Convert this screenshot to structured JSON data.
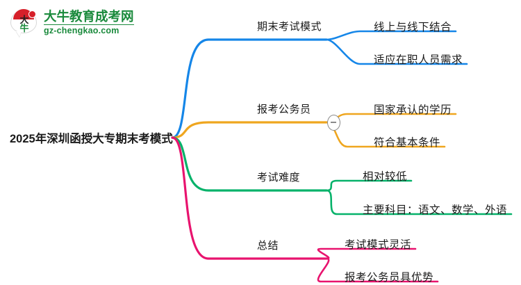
{
  "logo": {
    "mark_char_1": "大",
    "mark_char_2": "牛",
    "title": "大牛教育成考网",
    "subtitle": "gz-chengkao.com",
    "brand_green": "#1a8a3c",
    "brand_red": "#d6202a"
  },
  "mindmap": {
    "root": {
      "label": "2025年深圳函授大专期末考模式"
    },
    "branches": [
      {
        "label": "期末考试模式",
        "color": "#1586e8",
        "collapsed_toggle": false,
        "children": [
          {
            "label": "线上与线下结合"
          },
          {
            "label": "适应在职人员需求"
          }
        ]
      },
      {
        "label": "报考公务员",
        "color": "#efa61f",
        "collapsed_toggle": true,
        "toggle_icon": "minus-circle-icon",
        "children": [
          {
            "label": "国家承认的学历"
          },
          {
            "label": "符合基本条件"
          }
        ]
      },
      {
        "label": "考试难度",
        "color": "#06b26a",
        "collapsed_toggle": false,
        "children": [
          {
            "label": "相对较低"
          },
          {
            "label": "主要科目：语文、数学、外语"
          }
        ]
      },
      {
        "label": "总结",
        "color": "#e8136e",
        "collapsed_toggle": false,
        "children": [
          {
            "label": "考试模式灵活"
          },
          {
            "label": "报考公务员具优势"
          }
        ]
      }
    ]
  }
}
